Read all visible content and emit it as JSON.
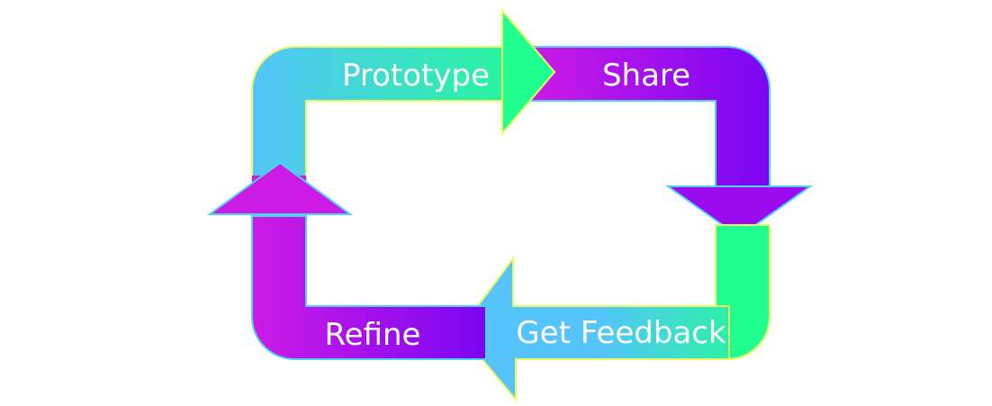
{
  "diagram": {
    "stages": [
      {
        "label": "Prototype"
      },
      {
        "label": "Share"
      },
      {
        "label": "Get Feedback"
      },
      {
        "label": "Refine"
      }
    ]
  },
  "colors": {
    "blue": "#55c4fc",
    "green": "#1ffe8e",
    "magenta": "#cd1be6",
    "violet": "#7a06f2",
    "outline_yellow": "#e9fa63",
    "outline_cyan": "#4fd4ee",
    "label": "#ffffff"
  }
}
